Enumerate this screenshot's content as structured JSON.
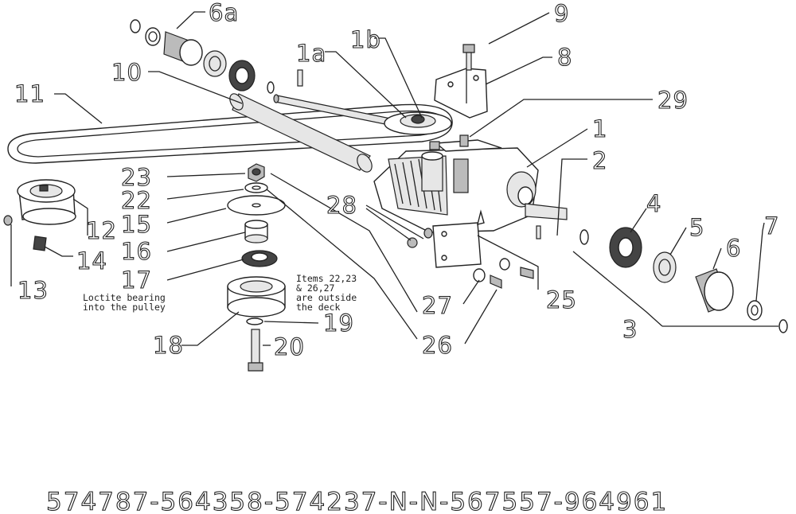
{
  "labels": {
    "c1": "1",
    "c1a": "1a",
    "c1b": "1b",
    "c2": "2",
    "c3": "3",
    "c4": "4",
    "c5": "5",
    "c6": "6",
    "c6a": "6a",
    "c7": "7",
    "c8": "8",
    "c9": "9",
    "c10": "10",
    "c11": "11",
    "c12": "12",
    "c13": "13",
    "c14": "14",
    "c15": "15",
    "c16": "16",
    "c17": "17",
    "c18": "18",
    "c19": "19",
    "c20": "20",
    "c22": "22",
    "c23": "23",
    "c25": "25",
    "c26": "26",
    "c27": "27",
    "c28": "28",
    "c29": "29"
  },
  "notes": {
    "loctite_line1": "Loctite bearing",
    "loctite_line2": "into the pulley",
    "items_line1": "Items 22,23",
    "items_line2": "& 26,27",
    "items_line3": "are outside",
    "items_line4": "the deck"
  },
  "footer_code": "574787-564358-574237-N-N-567557-964961"
}
